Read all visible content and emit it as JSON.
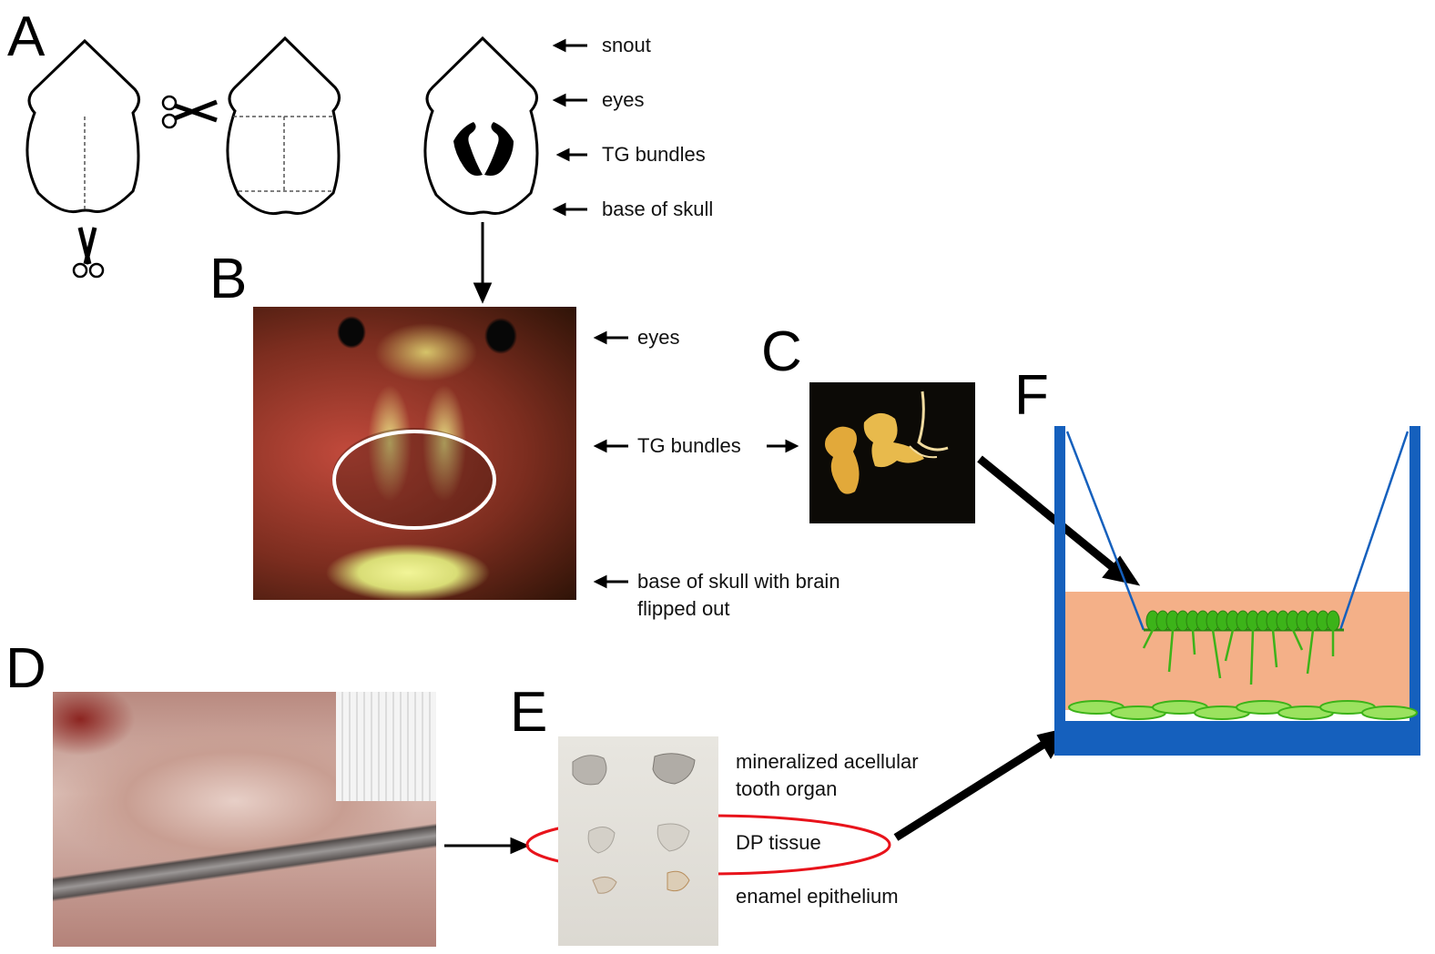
{
  "panels": {
    "a": "A",
    "b": "B",
    "c": "C",
    "d": "D",
    "e": "E",
    "f": "F"
  },
  "panel_a_labels": {
    "snout": "snout",
    "eyes": "eyes",
    "tg": "TG bundles",
    "base": "base of skull"
  },
  "panel_b_labels": {
    "eyes": "eyes",
    "tg": "TG bundles",
    "base_line1": "base of skull with brain",
    "base_line2": "flipped out"
  },
  "panel_e_labels": {
    "tooth_line1": "mineralized acellular",
    "tooth_line2": "tooth organ",
    "dp": "DP tissue",
    "enamel": "enamel epithelium"
  },
  "colors": {
    "insert_blue": "#1560bd",
    "medium": "#f4b088",
    "cells_green": "#3cb319",
    "cells_light": "#9be25f",
    "ellipse_red": "#e8131b",
    "ellipse_white": "#ffffff"
  }
}
